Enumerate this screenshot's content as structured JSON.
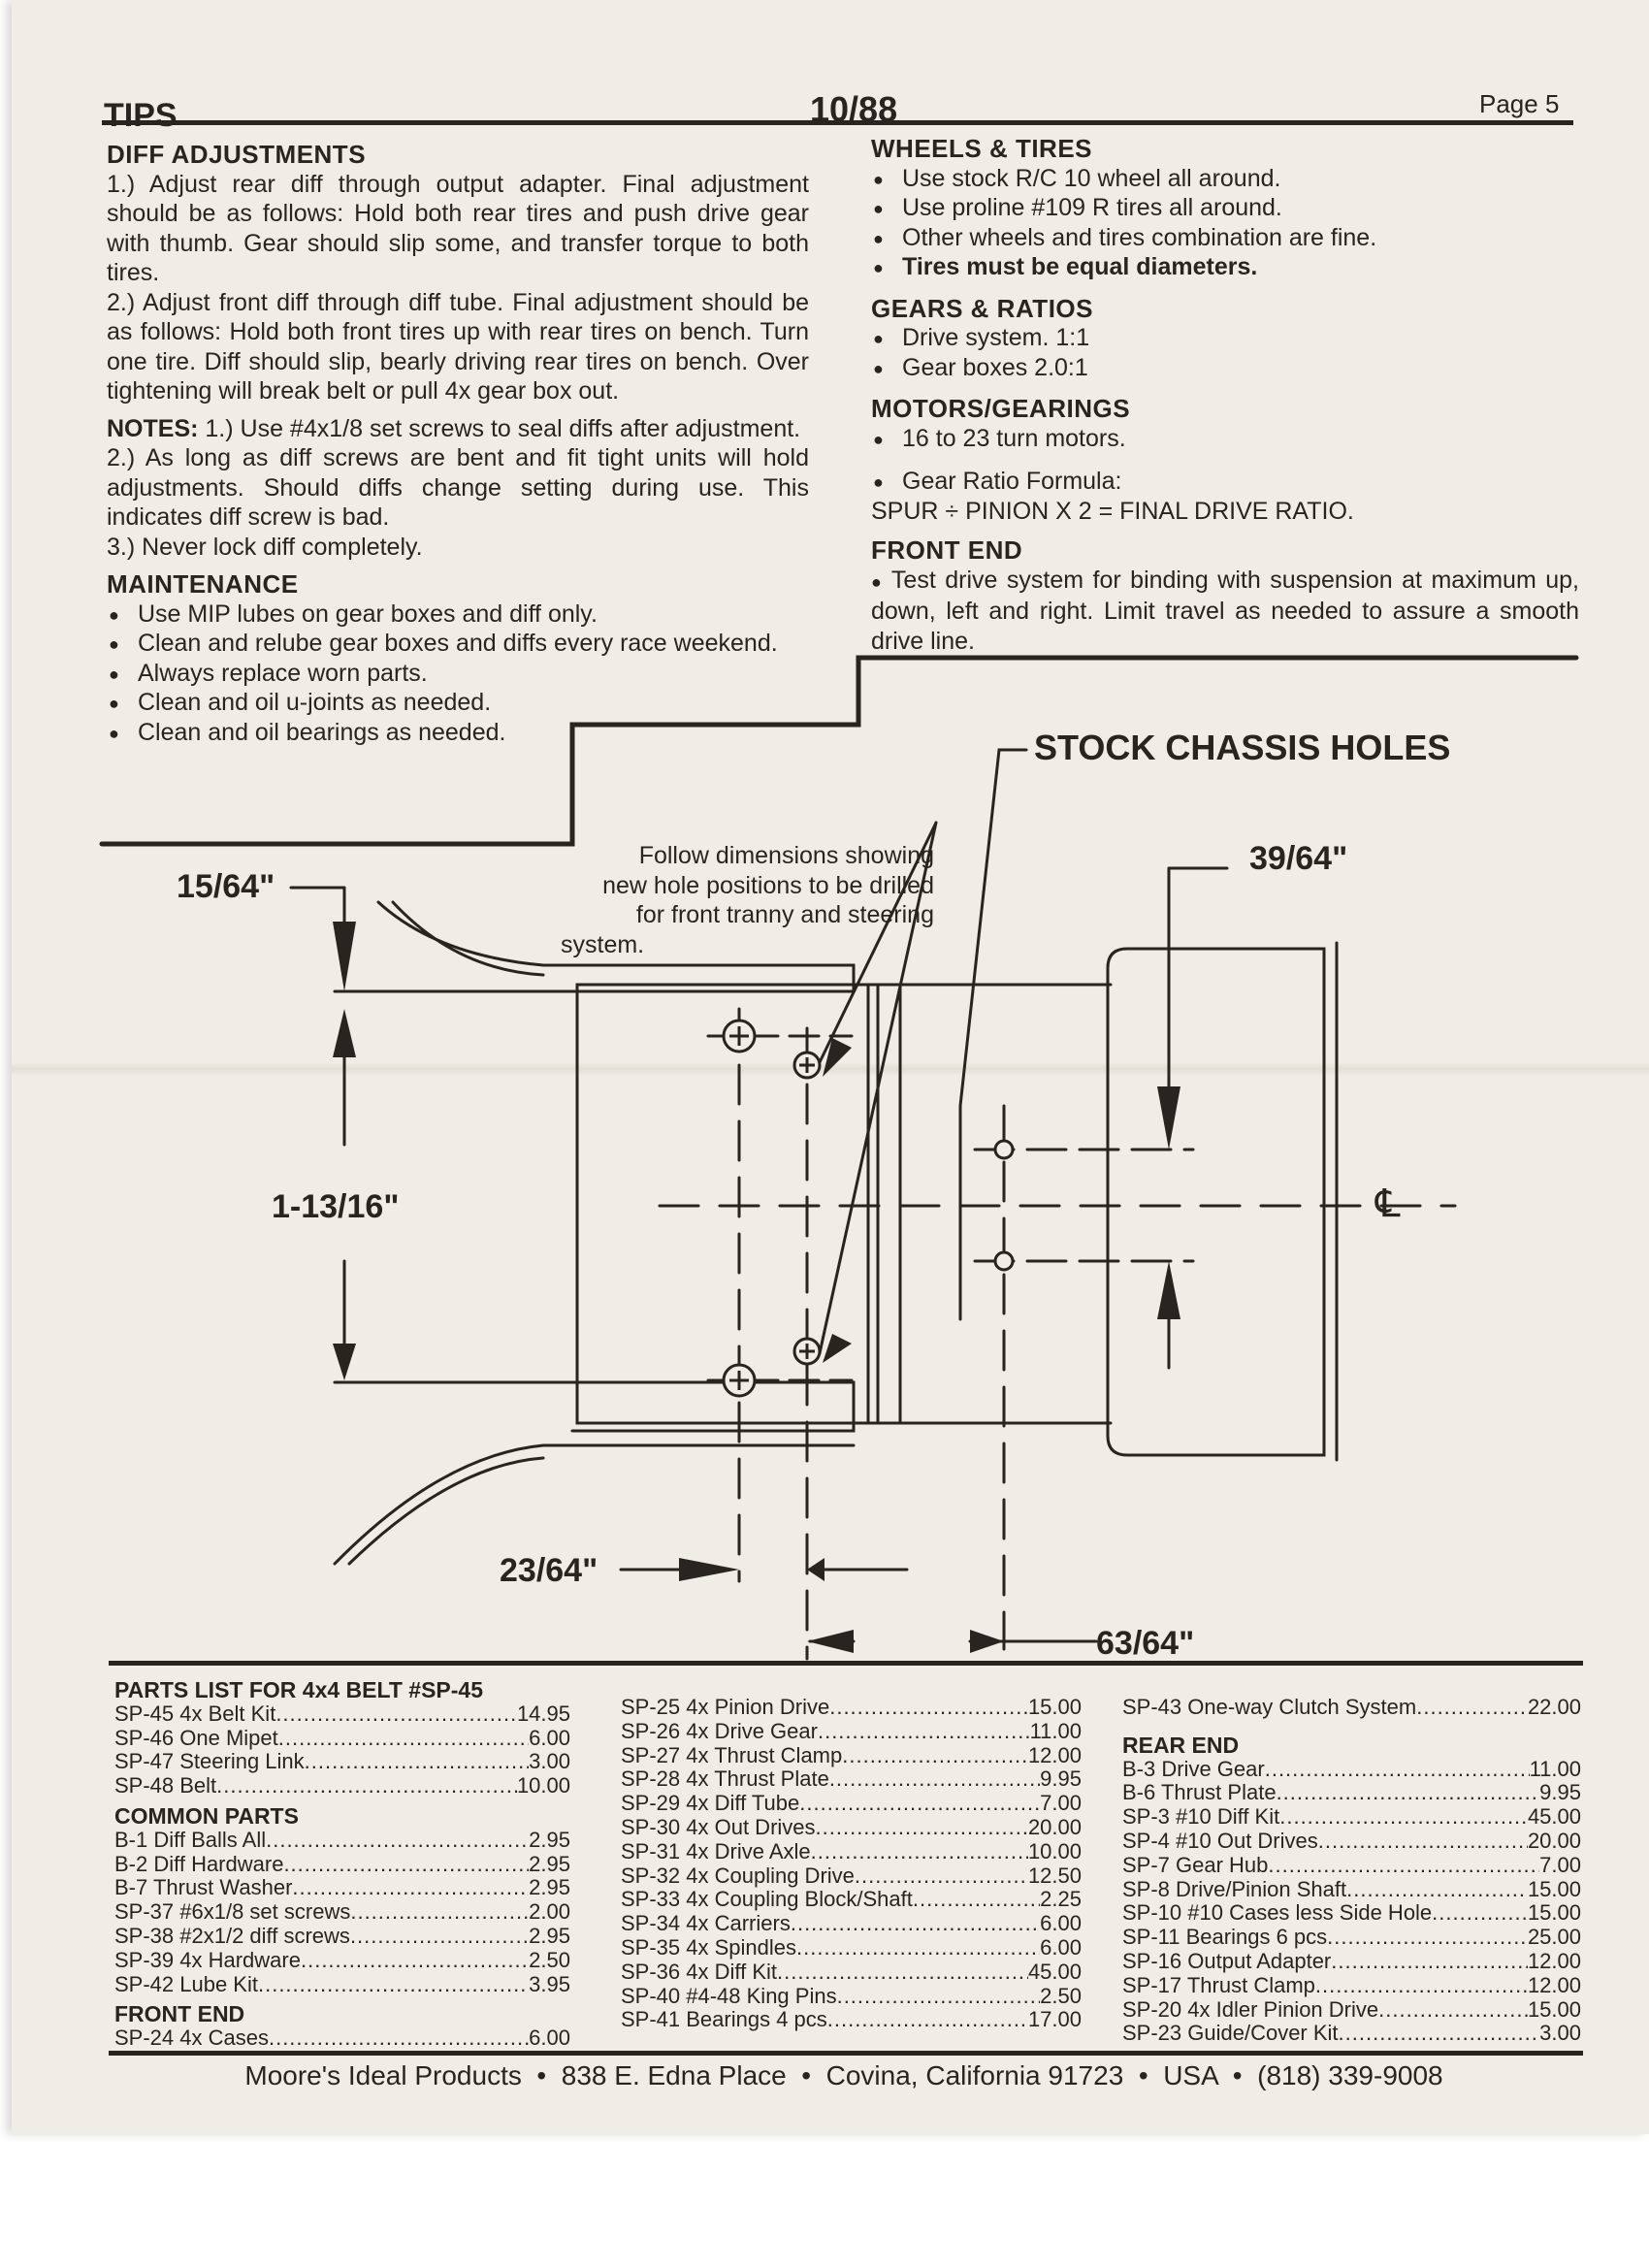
{
  "header": {
    "left": "TIPS",
    "center": "10/88",
    "right": "Page 5"
  },
  "diff": {
    "title": "DIFF ADJUSTMENTS",
    "p1": "1.) Adjust rear diff through output adapter. Final adjustment should be as follows: Hold both rear tires and push drive gear with thumb. Gear should slip some, and transfer torque to both tires.",
    "p2": "2.) Adjust front diff through diff tube. Final adjustment should be as follows: Hold both front tires up with rear tires on bench. Turn one tire. Diff should slip, bearly driving rear tires on bench. Over tightening will break belt or pull 4x gear box out.",
    "notes_label": "NOTES:",
    "n1": "1.) Use #4x1/8 set screws to seal diffs after adjustment.",
    "n2": "2.) As long as diff screws are bent and fit tight units will hold adjustments. Should diffs change setting during use. This indicates diff screw is bad.",
    "n3": "3.) Never lock diff completely."
  },
  "maintenance": {
    "title": "MAINTENANCE",
    "items": [
      "Use MIP lubes on gear boxes and diff only.",
      "Clean and relube gear boxes and diffs every race weekend.",
      "Always replace worn parts.",
      "Clean and oil u-joints as needed.",
      "Clean and oil bearings as needed."
    ]
  },
  "wheels": {
    "title": "WHEELS & TIRES",
    "items": [
      "Use stock R/C 10 wheel all around.",
      "Use proline #109 R tires all around.",
      "Other wheels and tires combination are fine.",
      "Tires must be equal diameters."
    ]
  },
  "gears": {
    "title": "GEARS & RATIOS",
    "items": [
      "Drive system. 1:1",
      "Gear boxes 2.0:1"
    ]
  },
  "motors": {
    "title": "MOTORS/GEARINGS",
    "items": [
      "16 to 23 turn motors.",
      "Gear Ratio Formula:"
    ],
    "formula": "SPUR ÷ PINION X 2 = FINAL DRIVE RATIO."
  },
  "frontend": {
    "title": "FRONT END",
    "text": "Test drive system for binding with suspension at maximum up, down, left and right. Limit travel as needed to assure a smooth drive line."
  },
  "diagram": {
    "stock_holes": "STOCK CHASSIS HOLES",
    "note": [
      "Follow dimensions showing",
      "new hole positions to be drilled",
      "for front tranny and steering",
      "system."
    ],
    "d1": "15/64\"",
    "d2": "39/64\"",
    "d3": "1-13/16\"",
    "d4": "23/64\"",
    "d5": "63/64\"",
    "cl": "℄"
  },
  "parts": {
    "col1_title": "PARTS LIST FOR 4x4 BELT #SP-45",
    "col1": [
      [
        "SP-45 4x Belt Kit",
        "14.95"
      ],
      [
        "SP-46 One Mipet",
        "6.00"
      ],
      [
        "SP-47 Steering Link",
        "3.00"
      ],
      [
        "SP-48 Belt",
        "10.00"
      ]
    ],
    "common_title": "COMMON PARTS",
    "common": [
      [
        "B-1 Diff Balls All",
        "2.95"
      ],
      [
        "B-2 Diff Hardware",
        "2.95"
      ],
      [
        "B-7 Thrust Washer",
        "2.95"
      ],
      [
        "SP-37 #6x1/8 set screws",
        "2.00"
      ],
      [
        "SP-38 #2x1/2 diff screws",
        "2.95"
      ],
      [
        "SP-39 4x Hardware",
        "2.50"
      ],
      [
        "SP-42 Lube Kit",
        "3.95"
      ]
    ],
    "front_title": "FRONT END",
    "front": [
      [
        "SP-24 4x Cases",
        "6.00"
      ]
    ],
    "col2": [
      [
        "SP-25 4x Pinion Drive",
        "15.00"
      ],
      [
        "SP-26 4x Drive Gear",
        "11.00"
      ],
      [
        "SP-27 4x Thrust Clamp",
        "12.00"
      ],
      [
        "SP-28 4x Thrust Plate",
        "9.95"
      ],
      [
        "SP-29 4x Diff Tube",
        "7.00"
      ],
      [
        "SP-30 4x Out Drives",
        "20.00"
      ],
      [
        "SP-31 4x Drive Axle",
        "10.00"
      ],
      [
        "SP-32 4x Coupling Drive",
        "12.50"
      ],
      [
        "SP-33 4x Coupling Block/Shaft",
        "2.25"
      ],
      [
        "SP-34 4x Carriers",
        "6.00"
      ],
      [
        "SP-35 4x Spindles",
        "6.00"
      ],
      [
        "SP-36 4x Diff Kit",
        "45.00"
      ],
      [
        "SP-40 #4-48 King Pins",
        "2.50"
      ],
      [
        "SP-41 Bearings 4 pcs",
        "17.00"
      ]
    ],
    "col3_top": [
      [
        "SP-43 One-way Clutch System",
        "22.00"
      ]
    ],
    "rear_title": "REAR END",
    "rear": [
      [
        "B-3 Drive Gear",
        "11.00"
      ],
      [
        "B-6 Thrust Plate",
        "9.95"
      ],
      [
        "SP-3 #10 Diff Kit",
        "45.00"
      ],
      [
        "SP-4 #10 Out Drives",
        "20.00"
      ],
      [
        "SP-7 Gear Hub",
        "7.00"
      ],
      [
        "SP-8 Drive/Pinion Shaft",
        "15.00"
      ],
      [
        "SP-10 #10 Cases less Side Hole",
        "15.00"
      ],
      [
        "SP-11 Bearings 6 pcs",
        "25.00"
      ],
      [
        "SP-16 Output Adapter",
        "12.00"
      ],
      [
        "SP-17 Thrust Clamp",
        "12.00"
      ],
      [
        "SP-20 4x Idler Pinion Drive",
        "15.00"
      ],
      [
        "SP-23 Guide/Cover Kit",
        "3.00"
      ]
    ]
  },
  "footer": "Moore's Ideal Products  •  838 E. Edna Place  •  Covina, California 91723  •  USA  •  (818) 339-9008"
}
